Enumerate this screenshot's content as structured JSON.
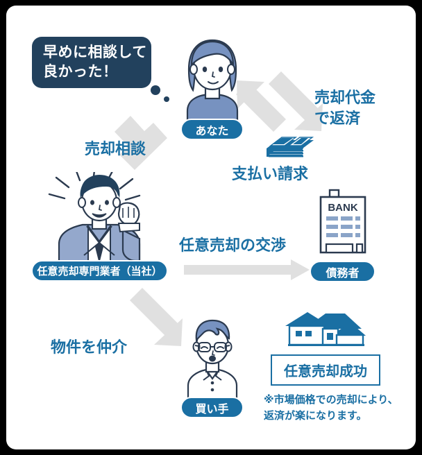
{
  "card": {
    "background": "#ffffff",
    "outer_background": "#000000"
  },
  "colors": {
    "navy": "#22415d",
    "blue": "#1a6fa3",
    "arrow_gray": "#e0e0e0",
    "skin": "#ffffff",
    "cloth_blue": "#7792c0",
    "hair_blue": "#7792c0",
    "suit_blue": "#94a8cc"
  },
  "speech_bubble": {
    "line1": "早めに相談して",
    "line2": "良かった！"
  },
  "flow_labels": {
    "sale_consultation": "売却相談",
    "payment_request": "支払い請求",
    "repay_with_proceeds_line1": "売却代金",
    "repay_with_proceeds_line2": "で返済",
    "negotiation": "任意売却の交渉",
    "broker_property": "物件を仲介"
  },
  "badges": {
    "you": "あなた",
    "agent": "任意売却専門業者（当社）",
    "debtor": "債務者",
    "buyer": "買い手"
  },
  "bank": {
    "sign": "BANK"
  },
  "success": {
    "title": "任意売却成功",
    "note_line1": "※市場価格での売却により、",
    "note_line2": "返済が楽になります。"
  },
  "icons": {
    "money_stack": "money-stack-icon",
    "bank_building": "bank-building-icon",
    "house": "house-icon",
    "arrow_down_left": "arrow-down-left-icon",
    "arrow_up_left": "arrow-up-left-icon",
    "arrow_down_right": "arrow-down-right-icon",
    "arrow_right": "arrow-right-icon",
    "arrow_down_right_2": "arrow-down-right-2-icon",
    "person_you": "person-woman-icon",
    "person_agent": "person-businessman-icon",
    "person_buyer": "person-buyer-icon"
  }
}
